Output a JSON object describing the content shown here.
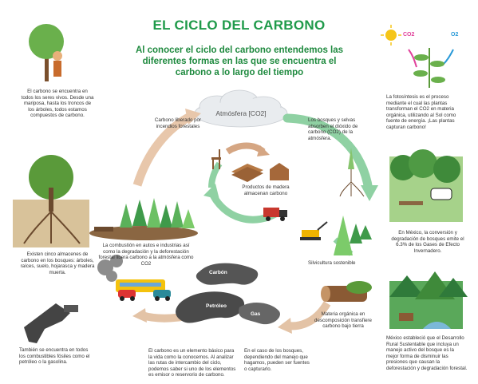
{
  "title": "EL CICLO DEL CARBONO",
  "subtitle": "Al conocer el ciclo del carbono entendemos las diferentes formas en las que se encuentra el carbono a lo largo del tiempo",
  "atmosphere": "Atmósfera [CO2]",
  "labels": {
    "co2": "CO2",
    "o2": "O2",
    "incendios": "Carbono liberado por incendios forestales",
    "bosques_absorben": "Los bosques y selvas absorben el dióxido de carbono (CO2) de la atmósfera.",
    "productos": "Productos de madera almacenan carbono",
    "silvicultura": "Silvicultura sostenible",
    "materia_organica": "Materia orgánica en descomposición transfiere carbono bajo tierra",
    "combustion": "La combustión en autos e industrias así como la degradación y la deforestación forestal libera carbono a la atmósfera como CO2",
    "carbon": "Carbón",
    "petroleo": "Petróleo",
    "gas": "Gas"
  },
  "notes": {
    "seres_vivos": "El carbono se encuentra en todos los seres vivos. Desde una mariposa, hasta los troncos de los árboles, todos estamos compuestos de carbono.",
    "almacenes": "Existen cinco almacenes de carbono en los bosques: árboles, raíces, suelo, hojarasca y madera muerta.",
    "combustibles": "También se encuentra en todos los combustibles fósiles como el petróleo o la gasolina.",
    "fotosintesis": "La fotosíntesis es el proceso mediante el cual las plantas transforman el CO2 en materia orgánica, utilizando al Sol como fuente de energía. ¡Las plantas capturan carbono!",
    "mexico_gei": "En México, la conversión y degradación de bosques emite el 6.3% de los Gases de Efecto Invernadero.",
    "elemento_basico": "El carbono es un elemento básico para la vida como la conocemos. Al analizar las rutas de intercambio del ciclo, podemos saber si uno de los elementos es emisor o reservorio de carbono.",
    "caso_bosques": "En el caso de los bosques, dependiendo del manejo que hagamos, pueden ser fuentes o capturarlo.",
    "drs": "México estableció que el Desarrollo Rural Sustentable que incluya un manejo activo del bosque es la mejor forma de disminuir las presiones que causan la deforestación y degradación forestal."
  },
  "colors": {
    "title_green": "#1f9a4a",
    "arrow_green": "#6cc08a",
    "arrow_brown": "#d9b79a",
    "text_green": "#24a04e"
  }
}
